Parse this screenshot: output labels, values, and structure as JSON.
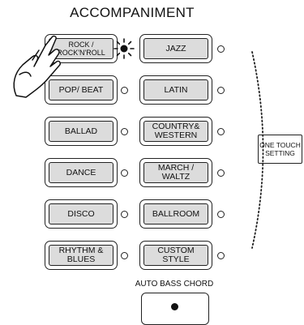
{
  "title": "ACCOMPANIMENT",
  "left_column": [
    {
      "label": "ROCK /\nROCK'N'ROLL",
      "active": true
    },
    {
      "label": "POP/ BEAT",
      "active": false
    },
    {
      "label": "BALLAD",
      "active": false
    },
    {
      "label": "DANCE",
      "active": false
    },
    {
      "label": "DISCO",
      "active": false
    },
    {
      "label": "RHYTHM &\nBLUES",
      "active": false
    }
  ],
  "right_column": [
    {
      "label": "JAZZ",
      "active": false
    },
    {
      "label": "LATIN",
      "active": false
    },
    {
      "label": "COUNTRY&\nWESTERN",
      "active": false
    },
    {
      "label": "MARCH /\nWALTZ",
      "active": false
    },
    {
      "label": "BALLROOM",
      "active": false
    },
    {
      "label": "CUSTOM\nSTYLE",
      "active": false
    }
  ],
  "one_touch_setting": "ONE TOUCH\nSETTING",
  "auto_bass_chord": {
    "label": "AUTO BASS CHORD",
    "indicator": "on"
  },
  "icons": [
    "pressing-hand-icon",
    "lit-indicator-icon"
  ]
}
